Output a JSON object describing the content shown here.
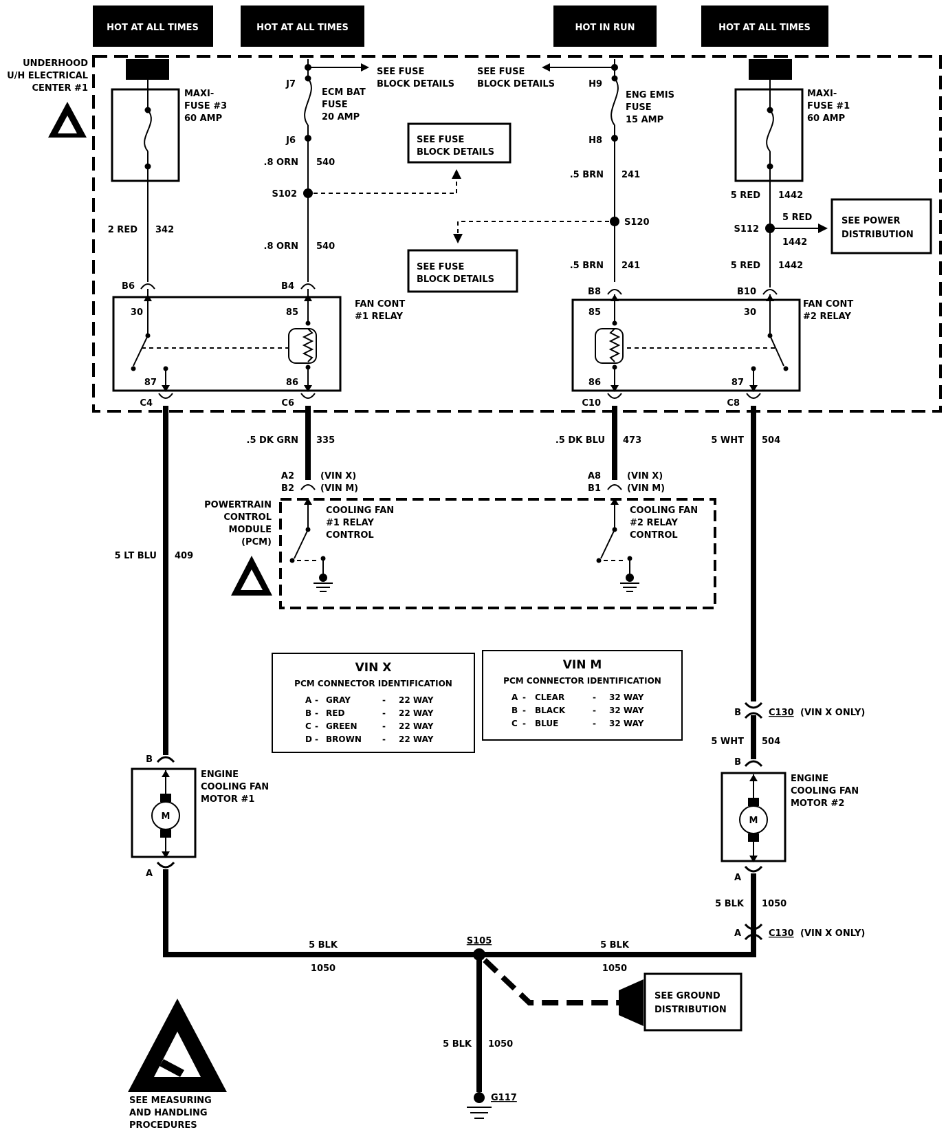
{
  "supply": {
    "s1": "HOT AT ALL TIMES",
    "s2": "HOT AT ALL TIMES",
    "s3": "HOT IN RUN",
    "s4": "HOT AT ALL TIMES"
  },
  "center": {
    "l1": "UNDERHOOD",
    "l2": "U/H ELECTRICAL",
    "l3": "CENTER #1"
  },
  "maxi3": {
    "l1": "MAXI-",
    "l2": "FUSE #3",
    "l3": "60 AMP"
  },
  "maxi1": {
    "l1": "MAXI-",
    "l2": "FUSE #1",
    "l3": "60 AMP"
  },
  "fuse_ecm": {
    "l1": "ECM BAT",
    "l2": "FUSE",
    "l3": "20 AMP",
    "top": "J7",
    "bottom": "J6"
  },
  "fuse_eng": {
    "l1": "ENG EMIS",
    "l2": "FUSE",
    "l3": "15 AMP",
    "top": "H9",
    "bottom": "H8"
  },
  "see_fuse": {
    "l1": "SEE FUSE",
    "l2": "BLOCK DETAILS"
  },
  "see_fuse_b": {
    "l1": "SEE FUSE",
    "l2": "BLOCK DETAILS"
  },
  "see_power": {
    "l1": "SEE POWER",
    "l2": "DISTRIBUTION"
  },
  "see_ground": {
    "l1": "SEE GROUND",
    "l2": "DISTRIBUTION"
  },
  "see_measure": {
    "l1": "SEE MEASURING",
    "l2": "AND HANDLING",
    "l3": "PROCEDURES"
  },
  "wires": {
    "w342": {
      "color": "2 RED",
      "num": "342"
    },
    "w540a": {
      "color": ".8 ORN",
      "num": "540"
    },
    "w540b": {
      "color": ".8 ORN",
      "num": "540"
    },
    "w241a": {
      "color": ".5 BRN",
      "num": "241"
    },
    "w241b": {
      "color": ".5 BRN",
      "num": "241"
    },
    "w1442a": {
      "color": "5 RED",
      "num": "1442"
    },
    "w1442b": {
      "color": "5 RED",
      "num": "1442"
    },
    "w1442c": {
      "color": "5 RED",
      "num": "1442"
    },
    "w335": {
      "color": ".5 DK GRN",
      "num": "335"
    },
    "w473": {
      "color": ".5 DK BLU",
      "num": "473"
    },
    "w504a": {
      "color": "5 WHT",
      "num": "504"
    },
    "w504b": {
      "color": "5 WHT",
      "num": "504"
    },
    "w409": {
      "color": "5 LT BLU",
      "num": "409"
    },
    "w1050a": {
      "color": "5 BLK",
      "num": "1050"
    },
    "w1050b": {
      "color": "5 BLK",
      "num": "1050"
    },
    "w1050c": {
      "color": "5 BLK",
      "num": "1050"
    },
    "w1050d": {
      "color": "5 BLK",
      "num": "1050"
    }
  },
  "splices": {
    "s102": "S102",
    "s120": "S120",
    "s112": "S112",
    "s105": "S105",
    "g117": "G117"
  },
  "relay1": {
    "l1": "FAN CONT",
    "l2": "#1 RELAY",
    "p30": "30",
    "p85": "85",
    "p87": "87",
    "p86": "86",
    "b6": "B6",
    "b4": "B4",
    "c4": "C4",
    "c6": "C6"
  },
  "relay2": {
    "l1": "FAN CONT",
    "l2": "#2 RELAY",
    "p85": "85",
    "p30": "30",
    "p86": "86",
    "p87": "87",
    "b8": "B8",
    "b10": "B10",
    "c10": "C10",
    "c8": "C8"
  },
  "pcm": {
    "l1": "POWERTRAIN",
    "l2": "CONTROL",
    "l3": "MODULE",
    "l4": "(PCM)",
    "a2": "A2",
    "b2": "B2",
    "a8": "A8",
    "b1": "B1",
    "vinx": "(VIN X)",
    "vinm": "(VIN M)",
    "cf1_1": "COOLING FAN",
    "cf1_2": "#1 RELAY",
    "cf1_3": "CONTROL",
    "cf2_1": "COOLING FAN",
    "cf2_2": "#2 RELAY",
    "cf2_3": "CONTROL"
  },
  "vinx_table": {
    "title": "VIN X",
    "subtitle": "PCM CONNECTOR IDENTIFICATION",
    "rows": [
      {
        "pin": "A",
        "color": "GRAY",
        "way": "22 WAY"
      },
      {
        "pin": "B",
        "color": "RED",
        "way": "22 WAY"
      },
      {
        "pin": "C",
        "color": "GREEN",
        "way": "22 WAY"
      },
      {
        "pin": "D",
        "color": "BROWN",
        "way": "22 WAY"
      }
    ]
  },
  "vinm_table": {
    "title": "VIN M",
    "subtitle": "PCM CONNECTOR IDENTIFICATION",
    "rows": [
      {
        "pin": "A",
        "color": "CLEAR",
        "way": "32 WAY"
      },
      {
        "pin": "B",
        "color": "BLACK",
        "way": "32 WAY"
      },
      {
        "pin": "C",
        "color": "BLUE",
        "way": "32 WAY"
      }
    ]
  },
  "motor1": {
    "l1": "ENGINE",
    "l2": "COOLING FAN",
    "l3": "MOTOR #1",
    "m": "M",
    "pb": "B",
    "pa": "A"
  },
  "motor2": {
    "l1": "ENGINE",
    "l2": "COOLING FAN",
    "l3": "MOTOR #2",
    "m": "M",
    "pb": "B",
    "pa": "A"
  },
  "c130": {
    "name": "C130",
    "note": "(VIN X ONLY)",
    "pb": "B",
    "pa": "A"
  }
}
